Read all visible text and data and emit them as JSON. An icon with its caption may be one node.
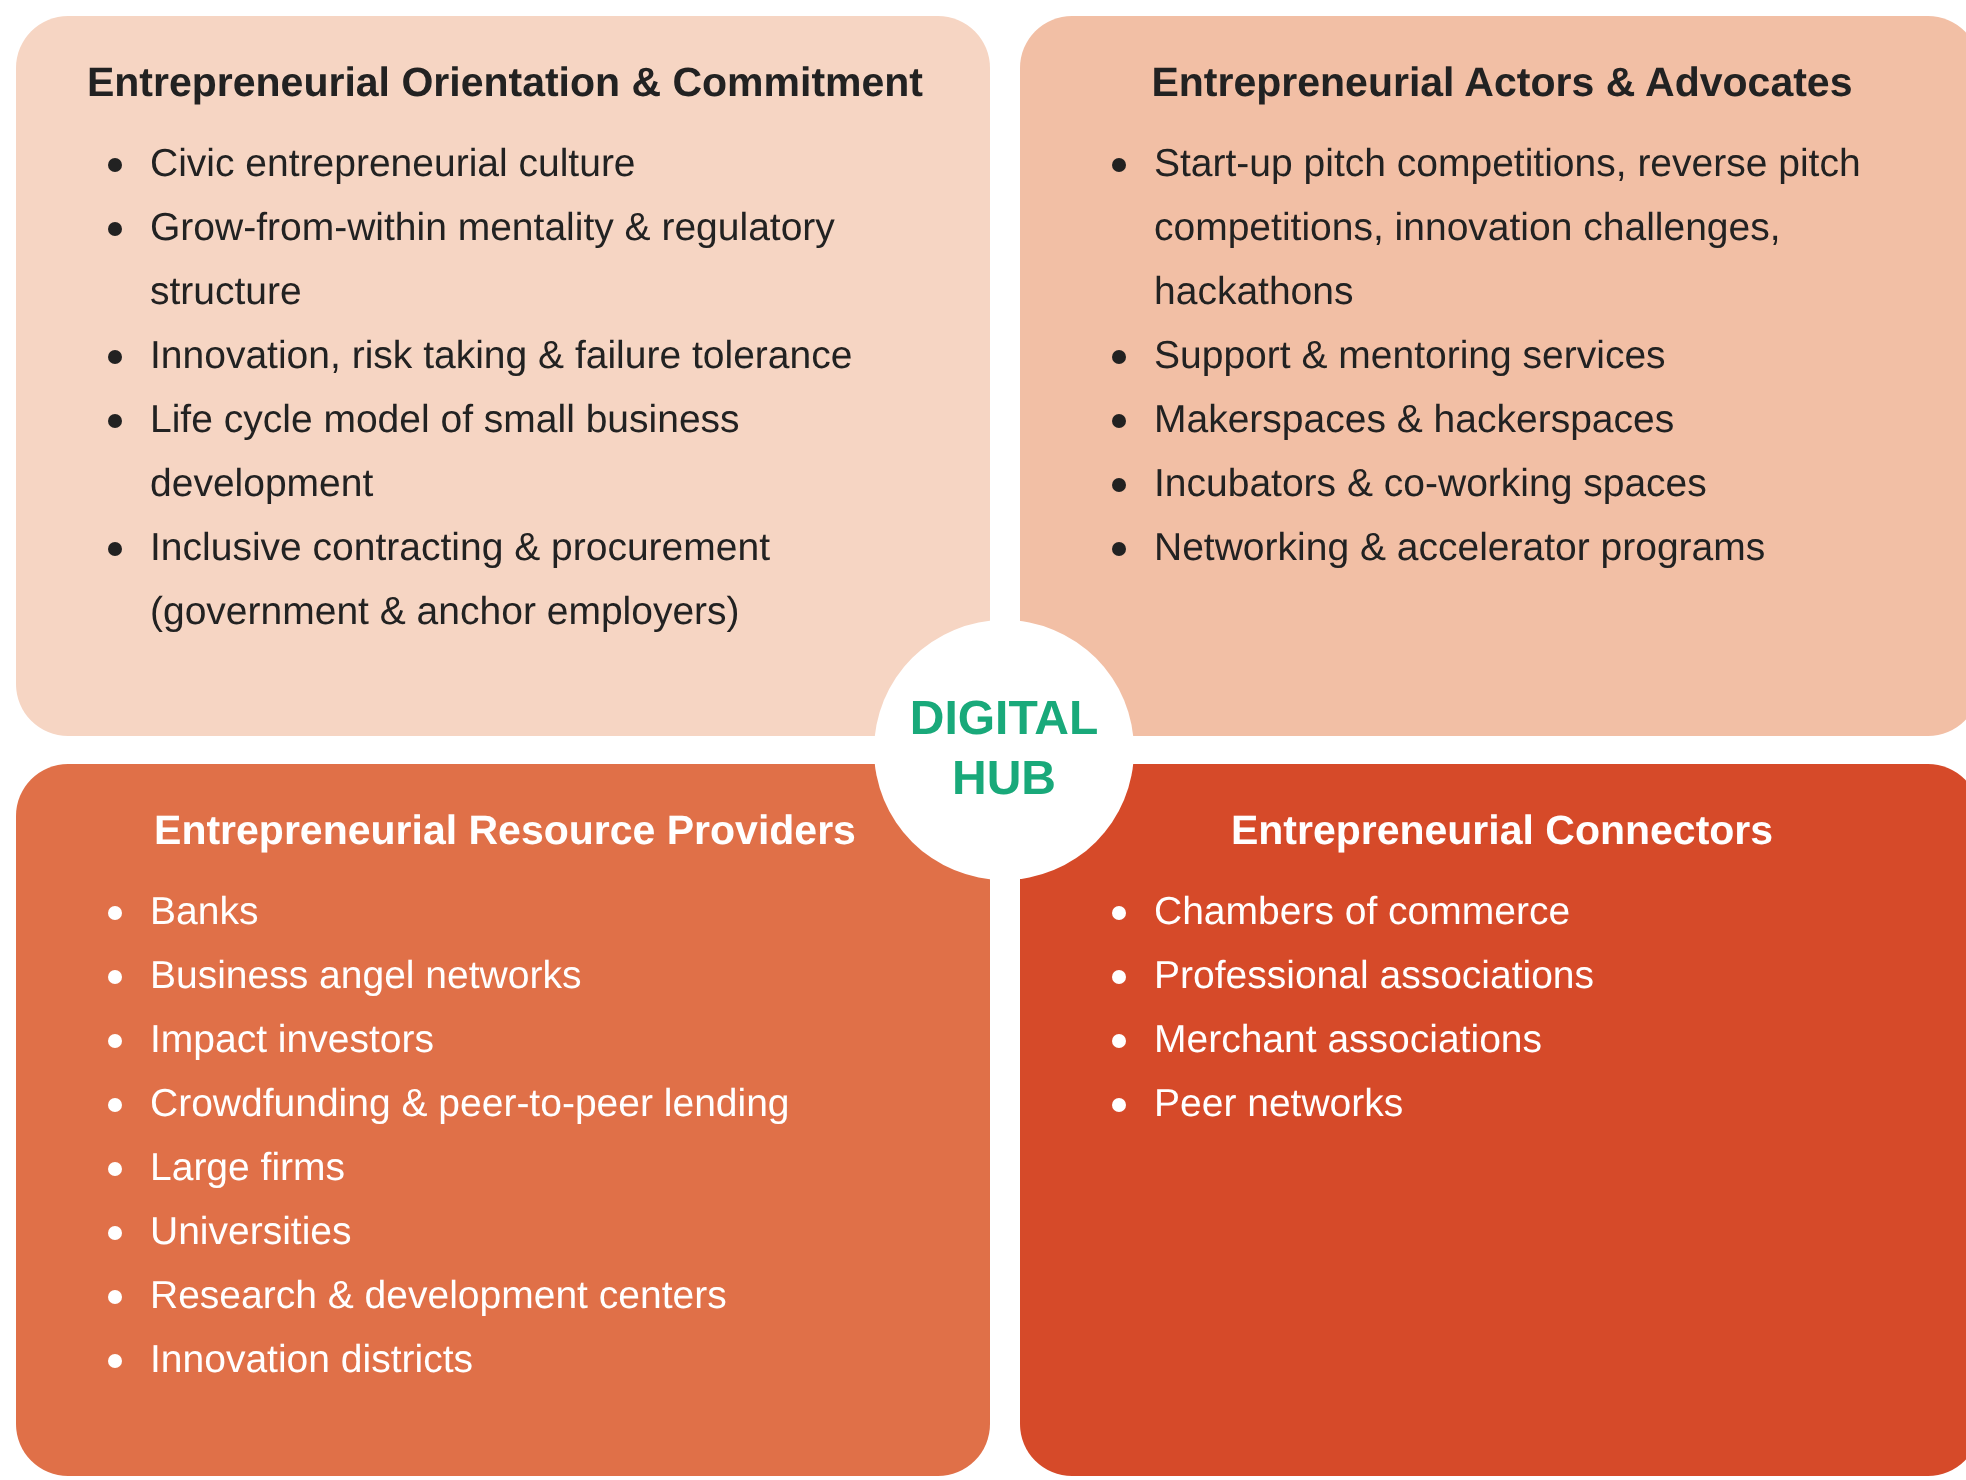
{
  "diagram": {
    "nodes": [
      {
        "text": [
          "Entrepreneurial Orientation & Commitment",
          "Civic entrepreneurial culture",
          "Grow-from-within mentality & regulatory structure",
          "Innovation, risk taking & failure tolerance",
          "Life cycle model of small business development",
          "Inclusive contracting & procurement (government & anchor employers)"
        ]
      },
      {
        "text": [
          "Entrepreneurial Actors & Advocates",
          "Start-up pitch competitions, reverse pitch competitions, innovation challenges, hackathons",
          "Support & mentoring services",
          "Makerspaces & hackerspaces",
          "Incubators & co-working spaces",
          "Networking & accelerator programs"
        ]
      },
      {
        "text": [
          "Entrepreneurial Resource Providers",
          "Banks",
          "Business angel networks",
          "Impact investors",
          "Crowdfunding & peer-to-peer lending",
          "Large firms",
          "Universities",
          "Research & development centers",
          "Innovation districts"
        ]
      },
      {
        "text": [
          "Entrepreneurial Connectors",
          "Chambers of commerce",
          "Professional associations",
          "Merchant associations",
          "Peer networks"
        ]
      },
      {
        "text": [
          "DIGITAL HUB"
        ]
      }
    ],
    "edges": []
  }
}
